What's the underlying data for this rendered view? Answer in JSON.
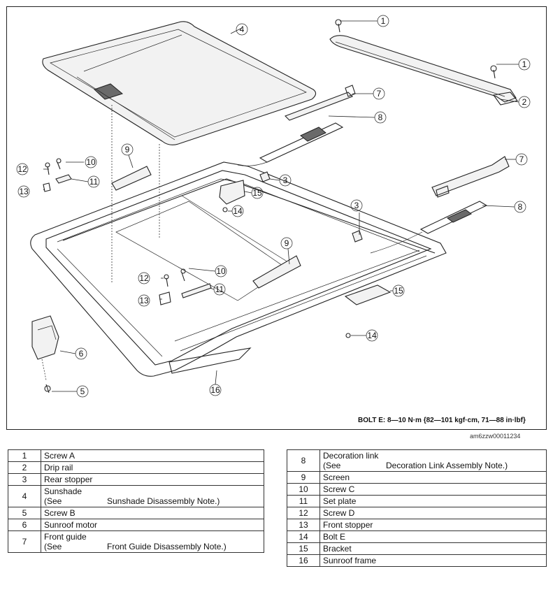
{
  "torque_note": "BOLT E: 8—10 N·m {82—101 kgf·cm, 71—88 in·lbf}",
  "figure_code": "am6zzw00011234",
  "callouts": [
    "1",
    "1",
    "2",
    "3",
    "3",
    "4",
    "5",
    "6",
    "7",
    "7",
    "8",
    "8",
    "9",
    "9",
    "10",
    "10",
    "11",
    "11",
    "12",
    "12",
    "13",
    "13",
    "14",
    "14",
    "15",
    "15",
    "16"
  ],
  "parts_left": [
    {
      "num": "1",
      "name": "Screw A"
    },
    {
      "num": "2",
      "name": "Drip rail"
    },
    {
      "num": "3",
      "name": "Rear stopper"
    },
    {
      "num": "4",
      "name": "Sunshade",
      "note_pre": "(See",
      "note": "Sunshade Disassembly Note.)"
    },
    {
      "num": "5",
      "name": "Screw B"
    },
    {
      "num": "6",
      "name": "Sunroof motor"
    },
    {
      "num": "7",
      "name": "Front guide",
      "note_pre": "(See",
      "note": "Front Guide Disassembly Note.)"
    }
  ],
  "parts_right": [
    {
      "num": "8",
      "name": "Decoration link",
      "note_pre": "(See",
      "note": "Decoration Link Assembly Note.)"
    },
    {
      "num": "9",
      "name": "Screen"
    },
    {
      "num": "10",
      "name": "Screw C"
    },
    {
      "num": "11",
      "name": "Set plate"
    },
    {
      "num": "12",
      "name": "Screw D"
    },
    {
      "num": "13",
      "name": "Front stopper"
    },
    {
      "num": "14",
      "name": "Bolt E"
    },
    {
      "num": "15",
      "name": "Bracket"
    },
    {
      "num": "16",
      "name": "Sunroof frame"
    }
  ]
}
